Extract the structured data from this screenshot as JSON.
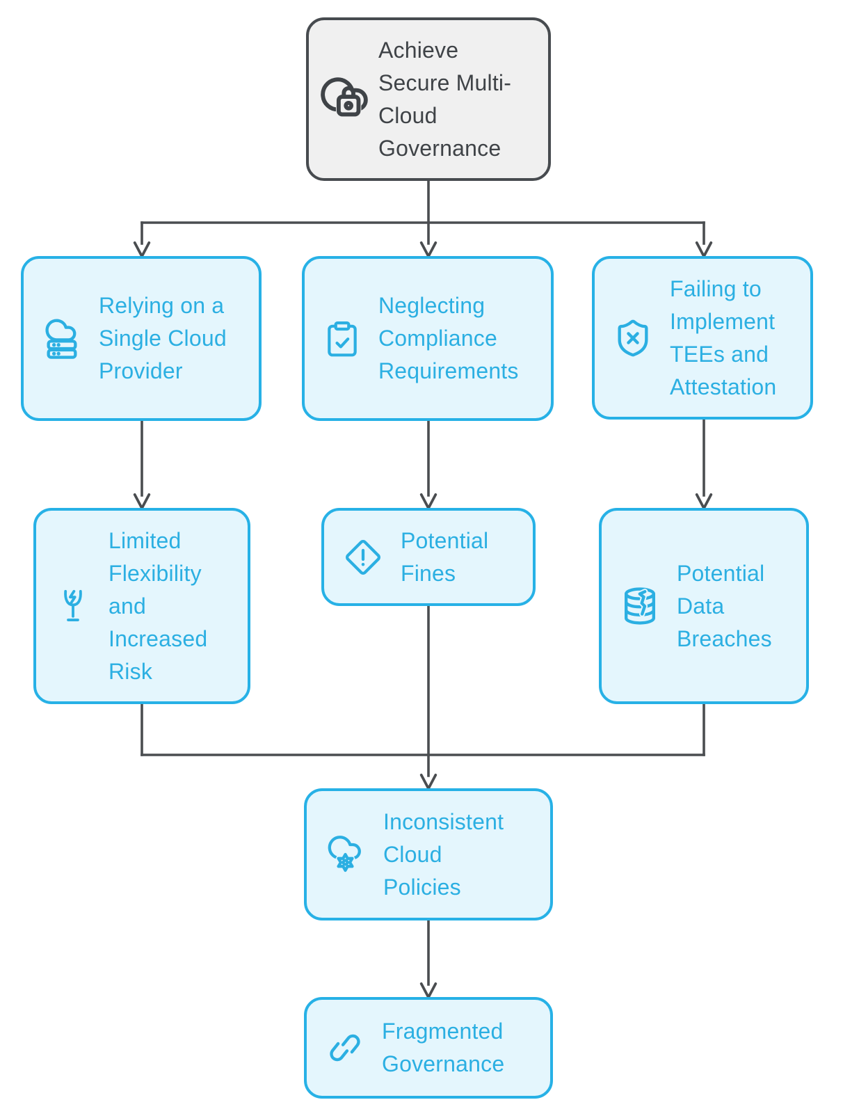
{
  "diagram_type": "flowchart",
  "colors": {
    "accent": "#29b2e6",
    "accent_fill": "#e4f6fd",
    "accent_text": "#2bafe2",
    "neutral_fill": "#f0f0f0",
    "neutral_border": "#474b4f",
    "neutral_text": "#3f4347",
    "arrow": "#4a4d50",
    "background": "#ffffff"
  },
  "nodes": {
    "root": {
      "label": "Achieve Secure Multi-Cloud Governance",
      "icon": "cloud-lock-icon"
    },
    "cause_single_provider": {
      "label": "Relying on a Single Cloud Provider",
      "icon": "cloud-server-icon"
    },
    "cause_compliance": {
      "label": "Neglecting Compliance Requirements",
      "icon": "clipboard-check-icon"
    },
    "cause_tees": {
      "label": "Failing to Implement TEEs and Attestation",
      "icon": "shield-x-icon"
    },
    "effect_flexibility": {
      "label": "Limited Flexibility and Increased Risk",
      "icon": "fragile-glass-icon"
    },
    "effect_fines": {
      "label": "Potential Fines",
      "icon": "alert-diamond-icon"
    },
    "effect_breaches": {
      "label": "Potential Data Breaches",
      "icon": "database-breach-icon"
    },
    "inconsistent_policies": {
      "label": "Inconsistent Cloud Policies",
      "icon": "cloud-gear-icon"
    },
    "fragmented_governance": {
      "label": "Fragmented Governance",
      "icon": "broken-link-icon"
    }
  },
  "edges": [
    {
      "from": "root",
      "to": "cause_single_provider"
    },
    {
      "from": "root",
      "to": "cause_compliance"
    },
    {
      "from": "root",
      "to": "cause_tees"
    },
    {
      "from": "cause_single_provider",
      "to": "effect_flexibility"
    },
    {
      "from": "cause_compliance",
      "to": "effect_fines"
    },
    {
      "from": "cause_tees",
      "to": "effect_breaches"
    },
    {
      "from": "effect_flexibility",
      "to": "inconsistent_policies"
    },
    {
      "from": "effect_fines",
      "to": "inconsistent_policies"
    },
    {
      "from": "effect_breaches",
      "to": "inconsistent_policies"
    },
    {
      "from": "inconsistent_policies",
      "to": "fragmented_governance"
    }
  ]
}
